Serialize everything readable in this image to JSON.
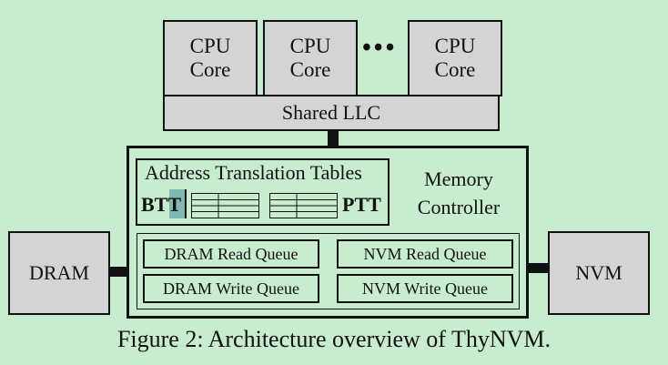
{
  "cpu_cores": [
    {
      "line1": "CPU",
      "line2": "Core"
    },
    {
      "line1": "CPU",
      "line2": "Core"
    },
    {
      "line1": "CPU",
      "line2": "Core"
    }
  ],
  "ellipsis": "•••",
  "shared_llc": "Shared LLC",
  "memory_controller": {
    "label_line1": "Memory",
    "label_line2": "Controller",
    "translation_tables": {
      "title": "Address Translation Tables",
      "left_label": "BTT",
      "right_label": "PTT"
    },
    "queues": {
      "dram_read": "DRAM Read Queue",
      "dram_write": "DRAM Write Queue",
      "nvm_read": "NVM Read Queue",
      "nvm_write": "NVM Write Queue"
    }
  },
  "dram": "DRAM",
  "nvm": "NVM",
  "caption": "Figure 2: Architecture overview of ThyNVM."
}
